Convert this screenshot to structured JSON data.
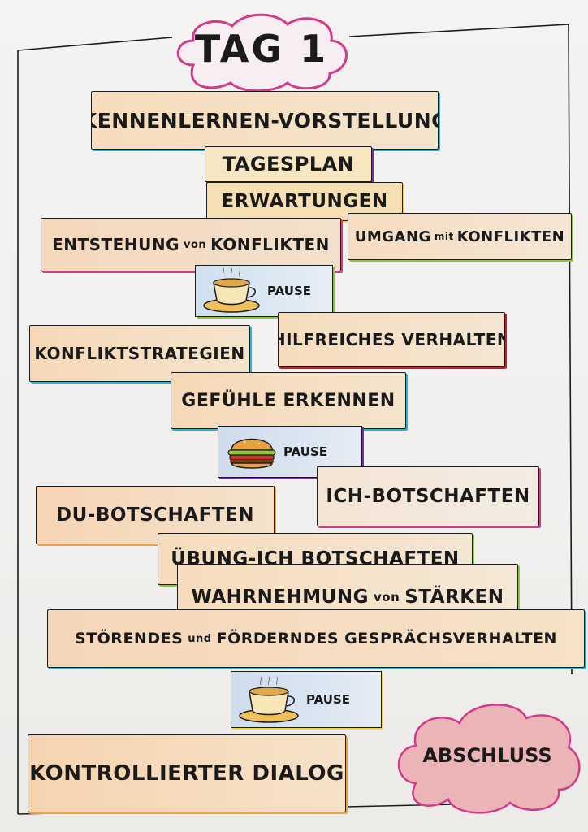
{
  "title": "TAG 1",
  "items": {
    "kennenlernen": "KENNENLERNEN-VORSTELLUNG",
    "tagesplan": "TAGESPLAN",
    "erwartungen": "ERWARTUNGEN",
    "entstehung_a": "ENTSTEHUNG",
    "entstehung_b": "von",
    "entstehung_c": "KONFLIKTEN",
    "umgang_a": "UMGANG",
    "umgang_b": "mit",
    "umgang_c": "KONFLIKTEN",
    "pause_1": "PAUSE",
    "konfliktstrategien": "KONFLIKTSTRATEGIEN",
    "hilfreiches": "HILFREICHES VERHALTEN",
    "gefuehle": "GEFÜHLE ERKENNEN",
    "pause_2": "PAUSE",
    "du_botschaften": "DU-BOTSCHAFTEN",
    "ich_botschaften": "ICH-BOTSCHAFTEN",
    "uebung": "ÜBUNG-ICH BOTSCHAFTEN",
    "wahrnehmung_a": "WAHRNEHMUNG",
    "wahrnehmung_b": "von",
    "wahrnehmung_c": "STÄRKEN",
    "stoerendes_a": "STÖRENDES",
    "stoerendes_b": "und",
    "stoerendes_c": "FÖRDERNDES GESPRÄCHSVERHALTEN",
    "pause_3": "PAUSE",
    "kontrollierter": "KONTROLLIERTER DIALOG",
    "abschluss": "ABSCHLUSS"
  },
  "icons": [
    "coffee-cup-icon",
    "burger-icon",
    "coffee-cup-icon"
  ],
  "colors": {
    "magenta": "#d23a8a",
    "cyan": "#2bb3d6",
    "purple": "#7a2da0",
    "green": "#8cc63e",
    "orange": "#f0a23a",
    "yellow": "#f3d34a",
    "red": "#b8232f",
    "pink_cloud": "#e9a3a9"
  }
}
